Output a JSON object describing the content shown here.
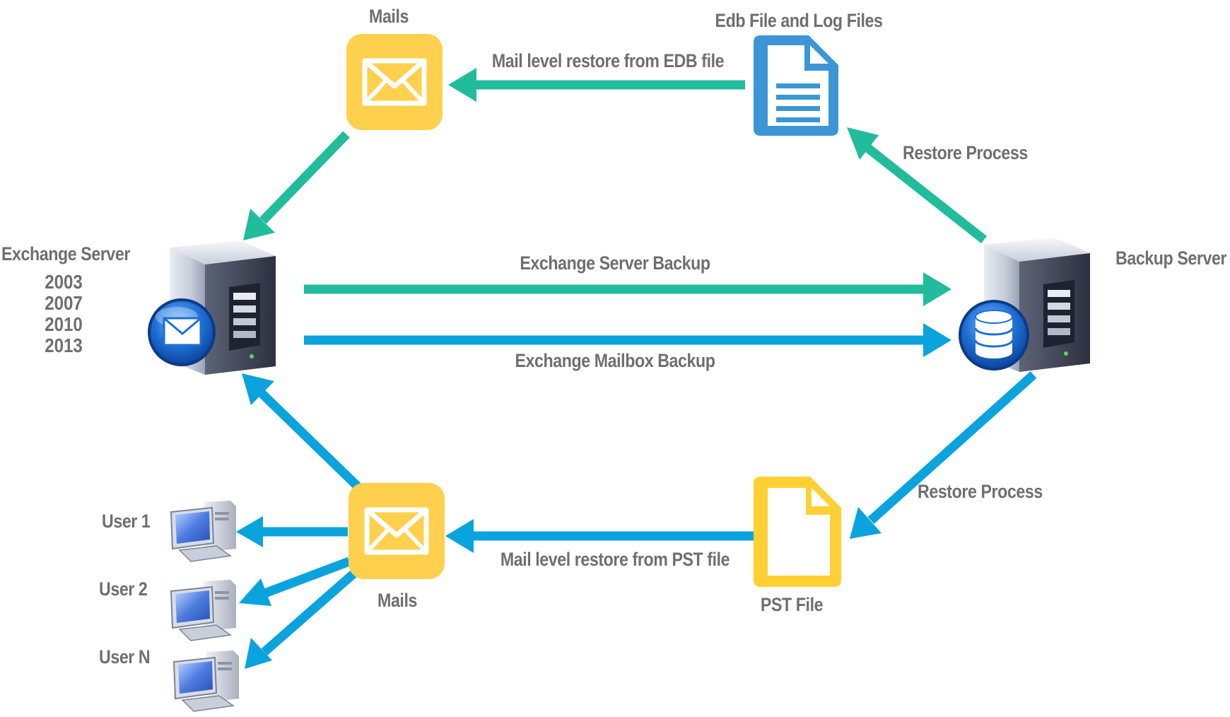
{
  "nodes": {
    "exchange_server": {
      "label": "Exchange Server",
      "versions": [
        "2003",
        "2007",
        "2010",
        "2013"
      ]
    },
    "backup_server": {
      "label": "Backup Server"
    },
    "mails_top": {
      "label": "Mails"
    },
    "edb_files": {
      "label": "Edb File and Log Files"
    },
    "mails_bottom": {
      "label": "Mails"
    },
    "pst_file": {
      "label": "PST File"
    },
    "users": [
      {
        "label": "User 1"
      },
      {
        "label": "User 2"
      },
      {
        "label": "User N"
      }
    ]
  },
  "edges": {
    "mail_restore_edb": {
      "label": "Mail level restore from EDB file",
      "color": "#21BC9B"
    },
    "restore_process_top": {
      "label": "Restore Process",
      "color": "#21BC9B"
    },
    "server_backup": {
      "label": "Exchange Server Backup",
      "color": "#21BC9B"
    },
    "mailbox_backup": {
      "label": "Exchange Mailbox Backup",
      "color": "#0AA3DD"
    },
    "restore_process_bottom": {
      "label": "Restore Process",
      "color": "#0AA3DD"
    },
    "mail_restore_pst": {
      "label": "Mail level restore from PST file",
      "color": "#0AA3DD"
    }
  },
  "colors": {
    "green_arrow": "#21BC9B",
    "blue_arrow": "#0AA3DD",
    "mail_icon": "#FFD04D",
    "edb_doc_icon": "#3C96D6",
    "pst_doc_icon": "#FFD033",
    "label_text": "#6f6f6f"
  },
  "icons": {
    "mails_top": "envelope-icon",
    "mails_bottom": "envelope-icon",
    "edb_files": "document-lines-icon",
    "pst_file": "document-icon",
    "exchange_server": "server-mail-icon",
    "backup_server": "server-database-icon",
    "users": "computer-icon"
  }
}
